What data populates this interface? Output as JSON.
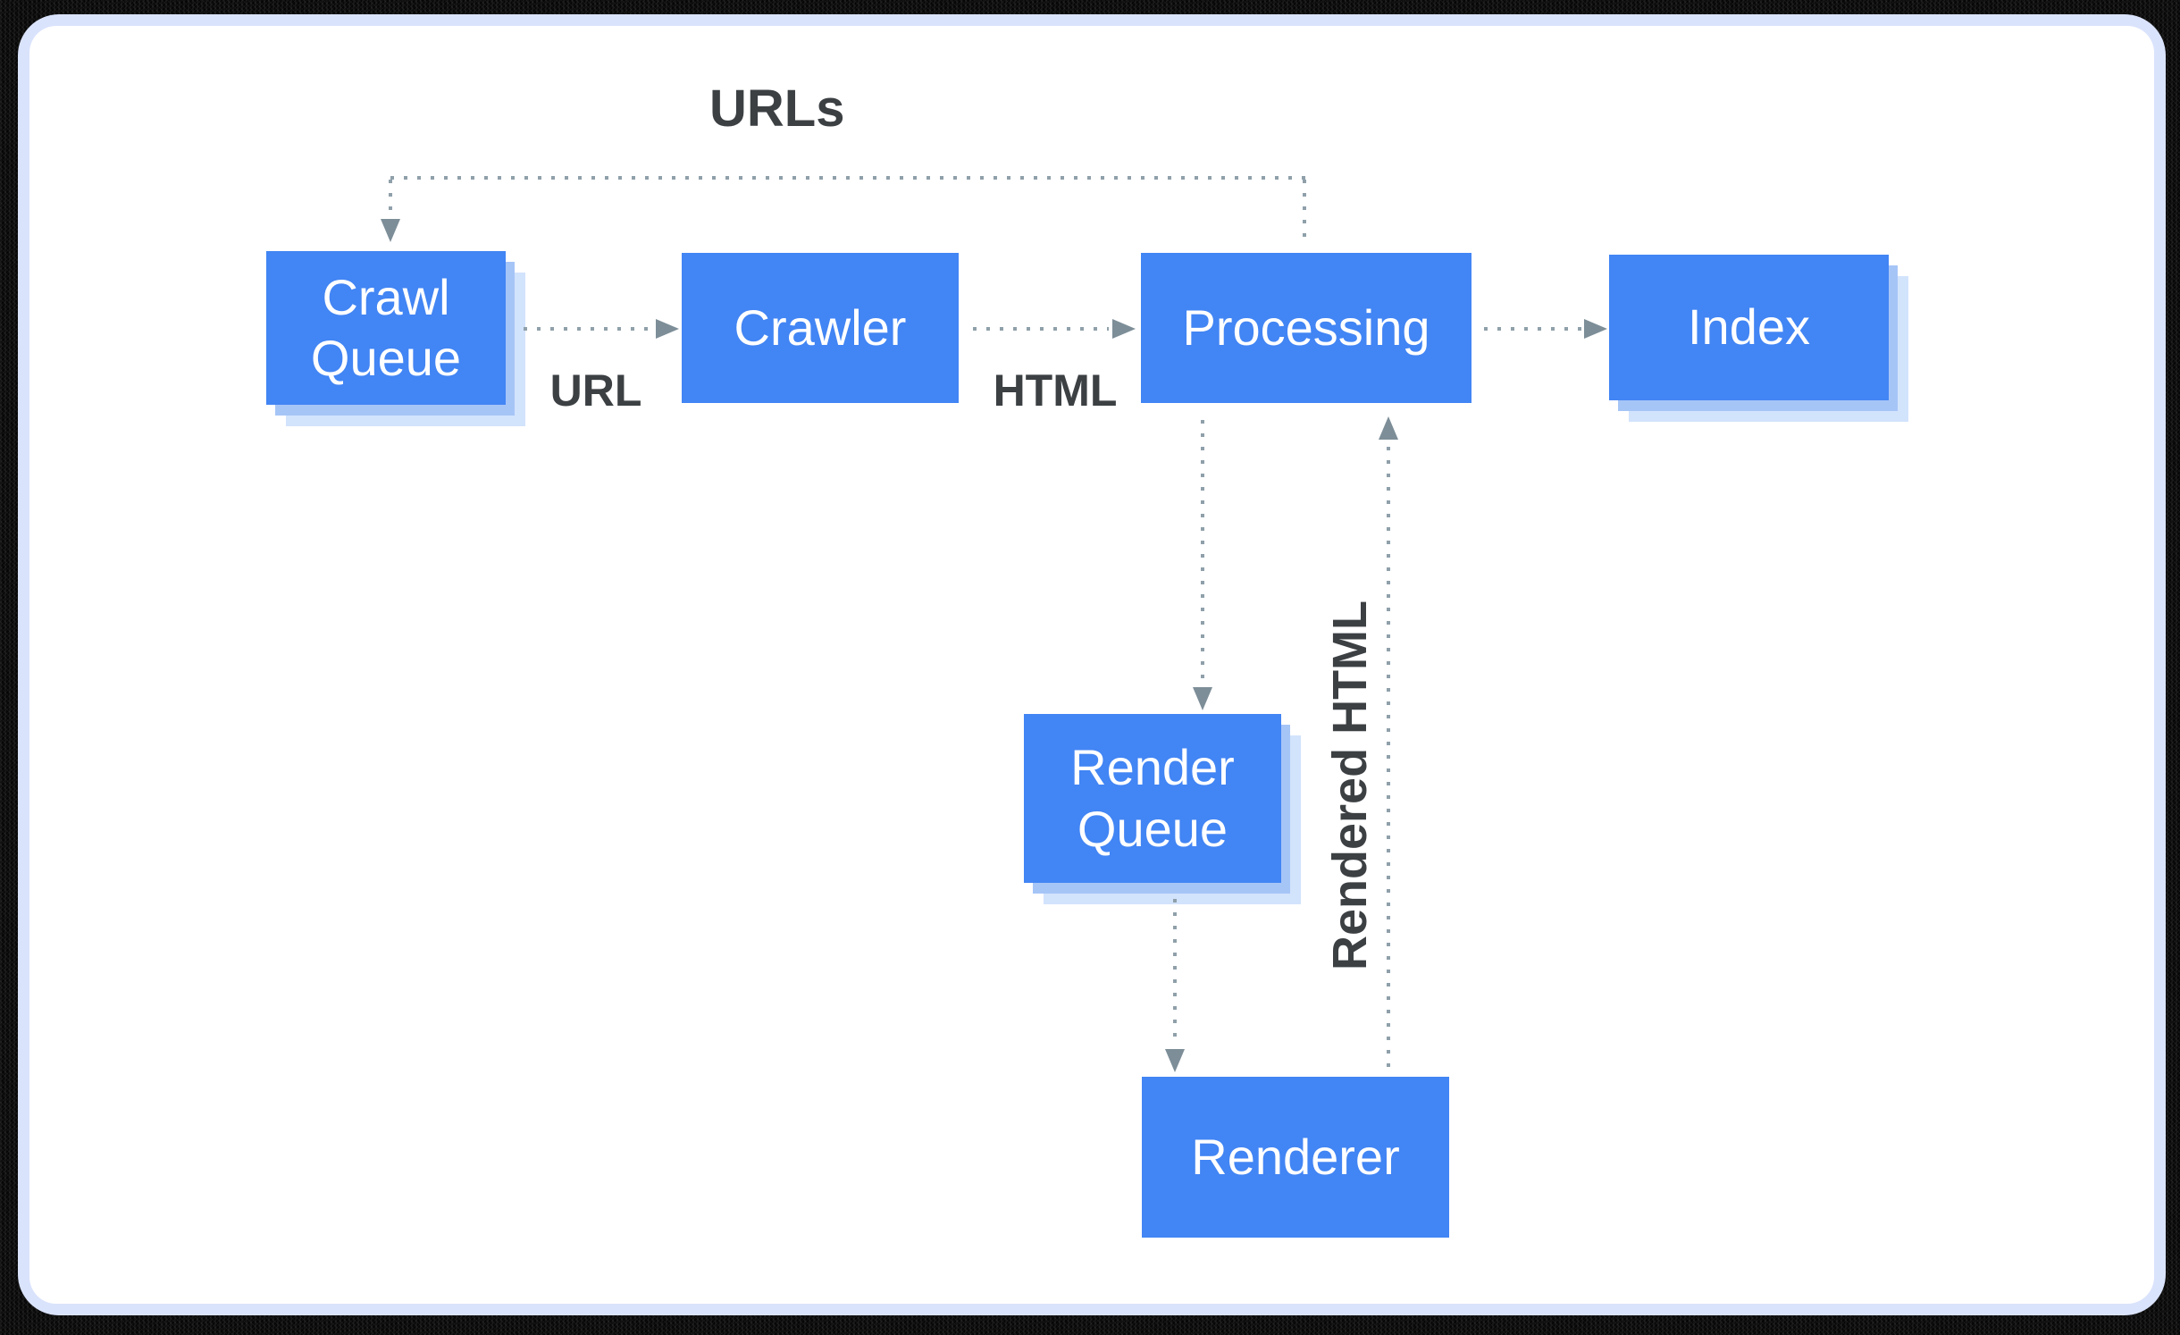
{
  "diagram": {
    "description": "Crawl and render pipeline flow diagram",
    "colors": {
      "node_fill": "#4285f4",
      "node_text": "#ffffff",
      "node_shadow_inner": "#a6c5f7",
      "node_shadow_outer": "#d2e3fc",
      "connector_dots": "#8fa0aa",
      "arrowhead": "#7d8e98",
      "edge_label_text": "#3c4043",
      "card_frame": "#dae3fc",
      "card_background": "#ffffff"
    },
    "nodes": [
      {
        "id": "crawl-queue",
        "label": "Crawl Queue",
        "lines": [
          "Crawl",
          "Queue"
        ]
      },
      {
        "id": "crawler",
        "label": "Crawler",
        "lines": [
          "Crawler"
        ]
      },
      {
        "id": "processing",
        "label": "Processing",
        "lines": [
          "Processing"
        ]
      },
      {
        "id": "index",
        "label": "Index",
        "lines": [
          "Index"
        ]
      },
      {
        "id": "render-queue",
        "label": "Render Queue",
        "lines": [
          "Render",
          "Queue"
        ]
      },
      {
        "id": "renderer",
        "label": "Renderer",
        "lines": [
          "Renderer"
        ]
      }
    ],
    "edges": [
      {
        "from": "crawl-queue",
        "to": "crawler",
        "label": "URL"
      },
      {
        "from": "crawler",
        "to": "processing",
        "label": "HTML"
      },
      {
        "from": "processing",
        "to": "index",
        "label": ""
      },
      {
        "from": "processing",
        "to": "crawl-queue",
        "label": "URLs"
      },
      {
        "from": "processing",
        "to": "render-queue",
        "label": ""
      },
      {
        "from": "render-queue",
        "to": "renderer",
        "label": ""
      },
      {
        "from": "renderer",
        "to": "processing",
        "label": "Rendered HTML"
      }
    ],
    "edge_labels": {
      "urls": "URLs",
      "url": "URL",
      "html": "HTML",
      "rendered_html": "Rendered HTML"
    }
  }
}
